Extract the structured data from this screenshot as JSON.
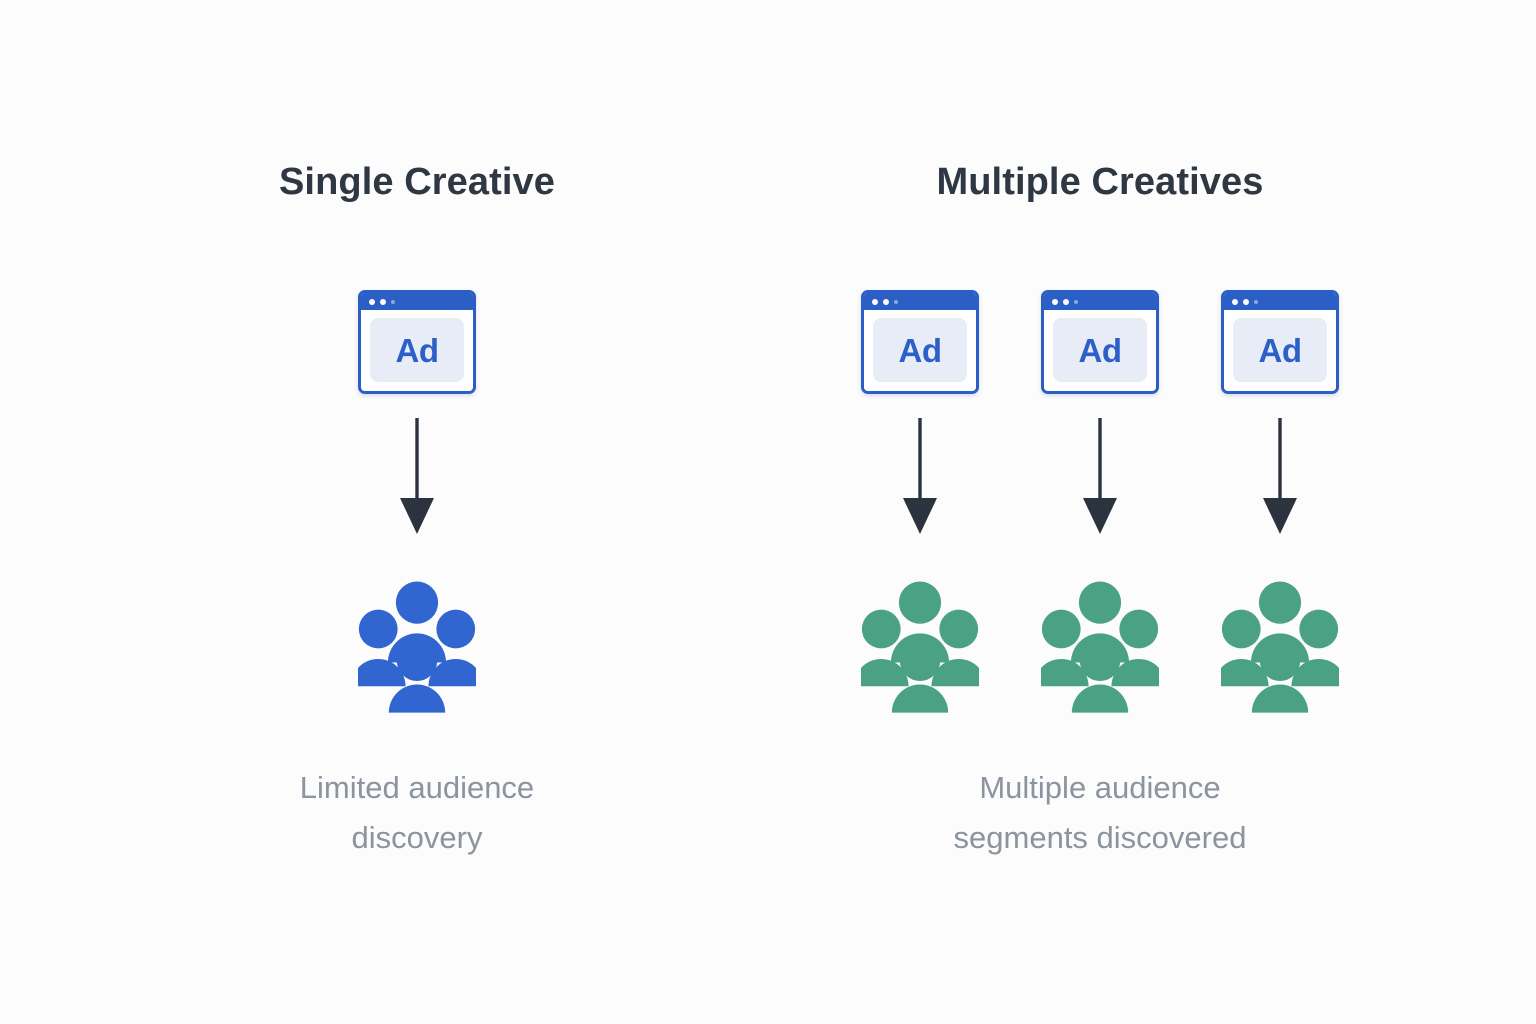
{
  "background": "#fcfcfd",
  "colors": {
    "heading_text": "#2e3742",
    "caption_text": "#8b949f",
    "ad_blue": "#2b5fc6",
    "ad_label_blue": "#2d5fc9",
    "ad_inner_panel": "#e7ecf6",
    "people_blue": "#3165cf",
    "people_green": "#4ba183",
    "arrow_dark": "#2b333f"
  },
  "left": {
    "heading": "Single Creative",
    "creatives": [
      {
        "label": "Ad"
      }
    ],
    "arrows": 1,
    "audiences": [
      {
        "color": "#3165cf"
      }
    ],
    "caption_line1": "Limited audience",
    "caption_line2": "discovery"
  },
  "right": {
    "heading": "Multiple Creatives",
    "creatives": [
      {
        "label": "Ad"
      },
      {
        "label": "Ad"
      },
      {
        "label": "Ad"
      }
    ],
    "arrows": 3,
    "audiences": [
      {
        "color": "#4ba183"
      },
      {
        "color": "#4ba183"
      },
      {
        "color": "#4ba183"
      }
    ],
    "caption_line1": "Multiple audience",
    "caption_line2": "segments discovered"
  },
  "icons": {
    "browser_window": "browser-window-icon",
    "people_group": "people-group-icon",
    "down_arrow": "down-arrow-icon"
  }
}
